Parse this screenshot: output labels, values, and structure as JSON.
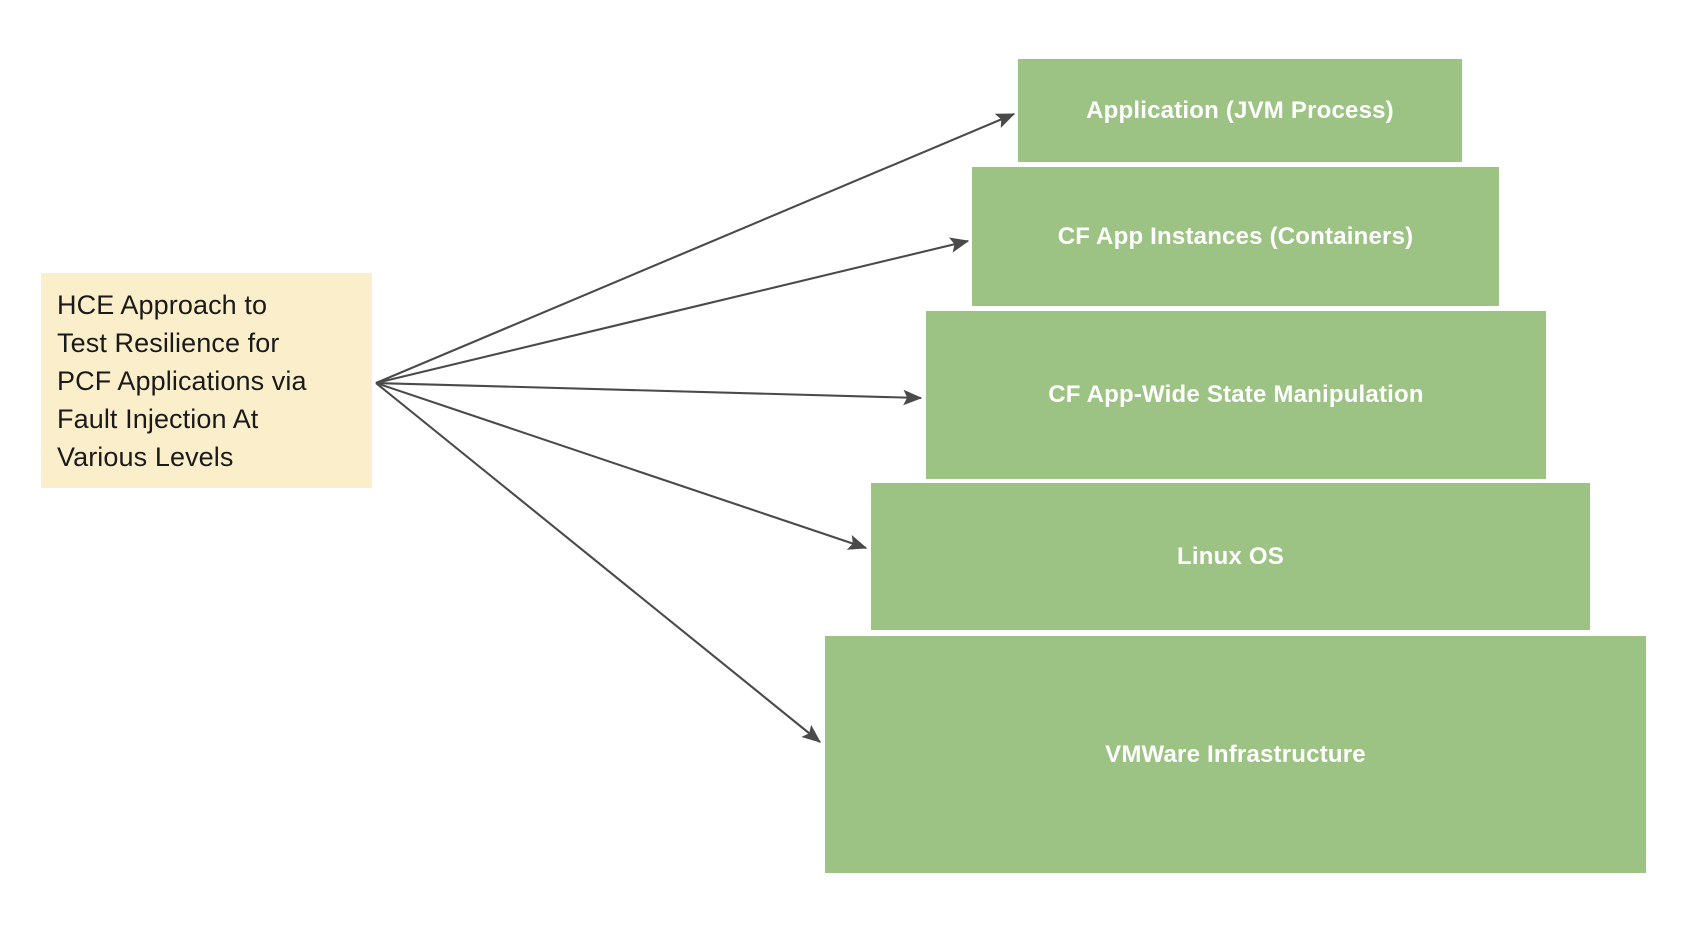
{
  "diagram": {
    "title": "HCE Approach to Test Resilience for PCF Applications via Fault Injection At Various Levels",
    "background_color": "#FFFFFF",
    "source": {
      "label": "HCE Approach to\nTest Resilience for\nPCF Applications via\nFault Injection At\nVarious Levels",
      "fill_color": "#FBEFCB",
      "text_color": "#1A1A1A"
    },
    "layer_fill_color": "#9CC383",
    "layer_text_color": "#FFFFFF",
    "edge_color": "#4A4A4A",
    "layers": [
      {
        "label": "Application (JVM Process)"
      },
      {
        "label": "CF App Instances (Containers)"
      },
      {
        "label": "CF App-Wide State Manipulation"
      },
      {
        "label": "Linux OS"
      },
      {
        "label": "VMWare Infrastructure"
      }
    ]
  }
}
